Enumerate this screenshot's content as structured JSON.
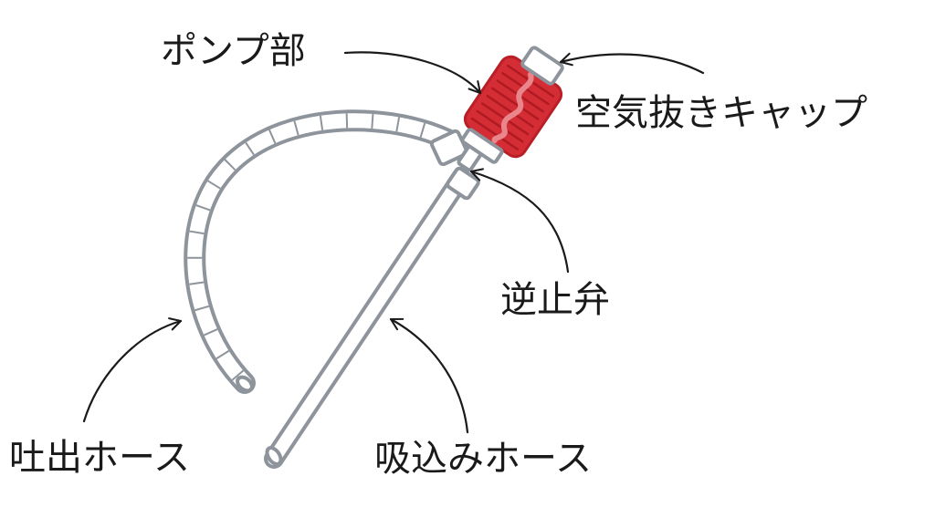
{
  "labels": {
    "pump": "ポンプ部",
    "air_cap": "空気抜きキャップ",
    "check_valve": "逆止弁",
    "outlet_hose": "吐出ホース",
    "inlet_hose": "吸込みホース"
  },
  "colors": {
    "pump_body": "#d42d35",
    "hose_outline": "#8e949b",
    "arrow": "#1a1a1a",
    "text": "#1a1a1a"
  }
}
